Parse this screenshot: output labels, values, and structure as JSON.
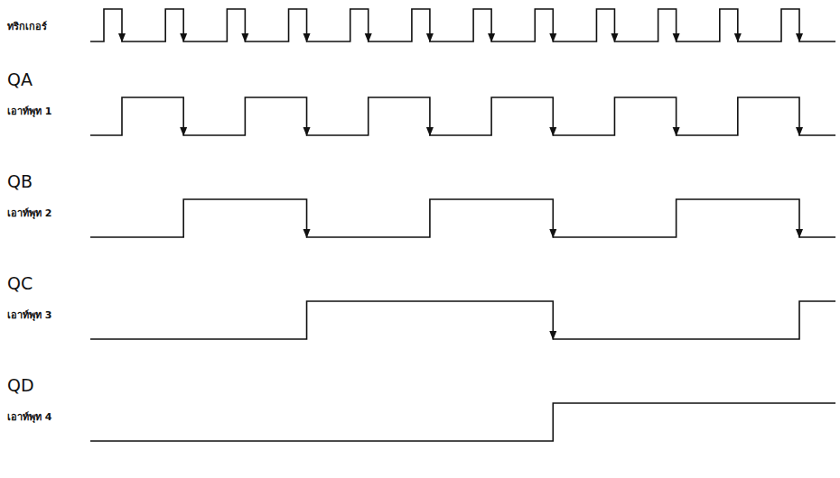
{
  "diagram": {
    "labels": [
      "ทริกเกอร์",
      "QA",
      "เอาท์พุท 1",
      "QB",
      "เอาท์พุท 2",
      "QC",
      "เอาท์พุท 3",
      "QD",
      "เอาท์พุท 4"
    ]
  }
}
